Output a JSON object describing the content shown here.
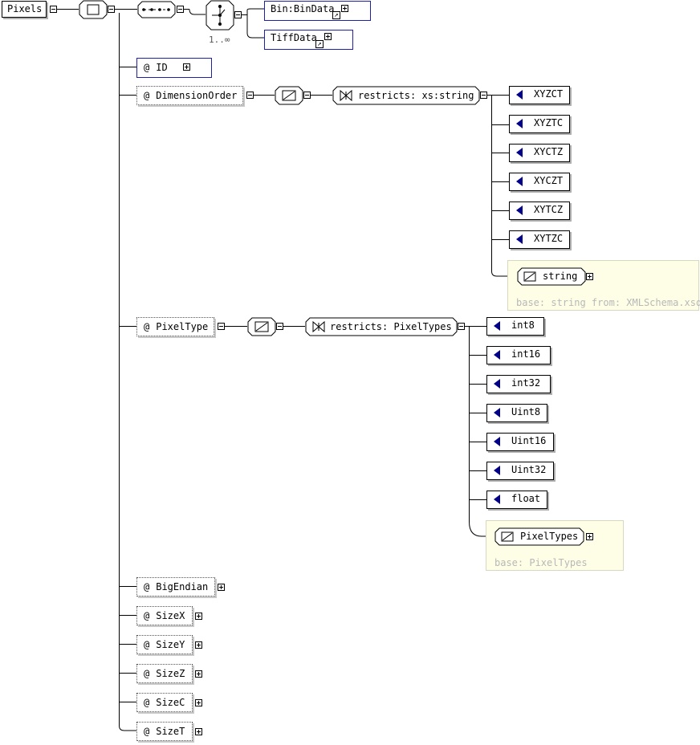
{
  "root": {
    "name": "Pixels"
  },
  "choice": {
    "multiplicity": "1..∞"
  },
  "elements": [
    {
      "label": "Bin:BinData"
    },
    {
      "label": "TiffData"
    }
  ],
  "attrs": {
    "prefix": "@",
    "id": "ID",
    "dimension_order": "DimensionOrder",
    "pixel_type": "PixelType",
    "big_endian": "BigEndian",
    "size_x": "SizeX",
    "size_y": "SizeY",
    "size_z": "SizeZ",
    "size_c": "SizeC",
    "size_t": "SizeT"
  },
  "dimension_order": {
    "restriction": "restricts: xs:string",
    "enums": [
      "XYZCT",
      "XYZTC",
      "XYCTZ",
      "XYCZT",
      "XYTCZ",
      "XYTZC"
    ],
    "base_type": "string",
    "base_note": "base: string from: XMLSchema.xsd"
  },
  "pixel_type": {
    "restriction": "restricts: PixelTypes",
    "enums": [
      "int8",
      "int16",
      "int32",
      "Uint8",
      "Uint16",
      "Uint32",
      "float"
    ],
    "base_type": "PixelTypes",
    "base_note": "base: PixelTypes"
  }
}
